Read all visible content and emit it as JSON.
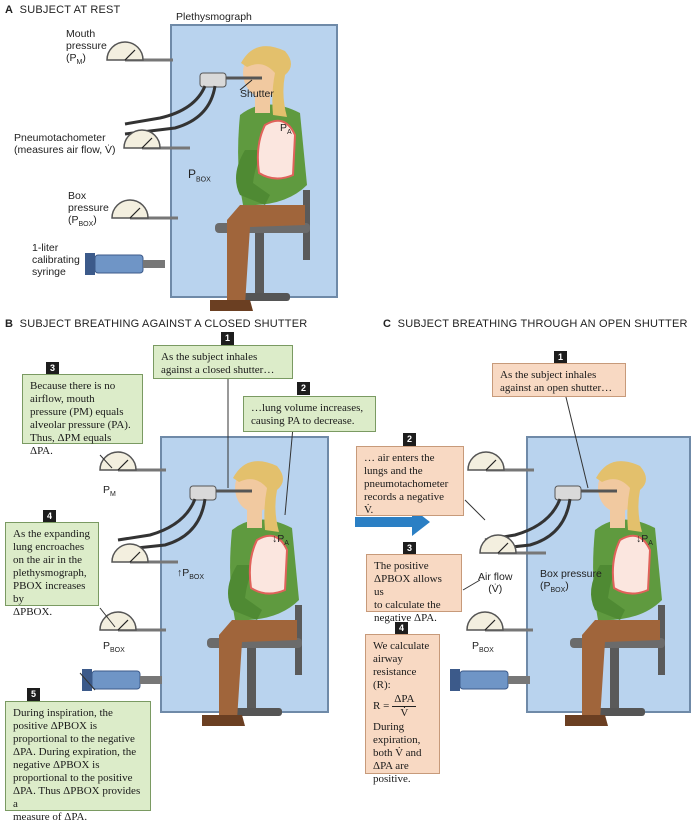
{
  "panelA": {
    "letter": "A",
    "title": "SUBJECT AT REST",
    "plethysmograph": "Plethysmograph",
    "mouth_pressure": [
      "Mouth",
      "pressure",
      "(P",
      "M",
      ")"
    ],
    "shutter": "Shutter",
    "pa": "P",
    "pa_sub": "A",
    "pneumo": [
      "Pneumotachometer",
      "(measures air flow, V̇)"
    ],
    "pbox": "P",
    "pbox_sub": "BOX",
    "box_pressure": [
      "Box",
      "pressure",
      "(P",
      "BOX",
      ")"
    ],
    "syringe": [
      "1-liter",
      "calibrating",
      "syringe"
    ]
  },
  "panelB": {
    "letter": "B",
    "title": "SUBJECT BREATHING AGAINST A CLOSED SHUTTER",
    "n1": "1",
    "t1": [
      "As the subject inhales",
      "against a closed shutter…"
    ],
    "n2": "2",
    "t2": [
      "…lung volume increases,",
      "causing PA to decrease."
    ],
    "n3": "3",
    "t3": [
      "Because there is no",
      "airflow, mouth",
      "pressure (PM) equals",
      "alveolar pressure (PA).",
      "Thus, ΔPM equals ΔPA."
    ],
    "n4": "4",
    "t4": [
      "As the expanding",
      "lung encroaches",
      "on the air in the",
      "plethysmograph,",
      "PBOX increases by",
      "ΔPBOX."
    ],
    "n5": "5",
    "t5": [
      "During inspiration, the",
      "positive ΔPBOX is",
      "proportional to the negative",
      "ΔPA. During expiration, the",
      "negative ΔPBOX is",
      "proportional to the positive",
      "ΔPA. Thus ΔPBOX provides a",
      "measure of ΔPA."
    ],
    "pm": "P",
    "pm_sub": "M",
    "pbox_up": "↑P",
    "pbox_up_sub": "BOX",
    "pa_down": "↓P",
    "pa_down_sub": "A",
    "pbox": "P",
    "pbox_sub": "BOX"
  },
  "panelC": {
    "letter": "C",
    "title": "SUBJECT BREATHING THROUGH AN OPEN SHUTTER",
    "n1": "1",
    "t1": [
      "As the subject inhales",
      "against an open shutter…"
    ],
    "n2": "2",
    "t2": [
      "… air enters the",
      "lungs and the",
      "pneumotachometer",
      "records a negative",
      "V̇."
    ],
    "n3": "3",
    "t3": [
      "The positive",
      "ΔPBOX allows us",
      "to calculate the",
      "negative ΔPA."
    ],
    "n4": "4",
    "t4a": [
      "We calculate",
      "airway",
      "resistance (R):"
    ],
    "formula_r": "R =",
    "formula_num": "ΔPA",
    "formula_den": "V̇",
    "t4b": [
      "During",
      "expiration,",
      "both V̇ and",
      "ΔPA are",
      "positive."
    ],
    "air_flow": "Air flow",
    "vdot": "(V̇)",
    "box_pressure": [
      "Box pressure",
      "(P",
      "BOX",
      ")"
    ],
    "pa_down": "↓P",
    "pa_down_sub": "A",
    "pbox": "P",
    "pbox_sub": "BOX"
  },
  "colors": {
    "chamber": "#b9d3ee",
    "chamber_stroke": "#6f8aa8",
    "green_box": "#dcecc9",
    "orange_box": "#f8d9c3",
    "arrow": "#2b7fc4",
    "shirt": "#5f9a3f",
    "pants": "#a0653b",
    "hair": "#e3c06c",
    "skin": "#f1c9a0"
  }
}
